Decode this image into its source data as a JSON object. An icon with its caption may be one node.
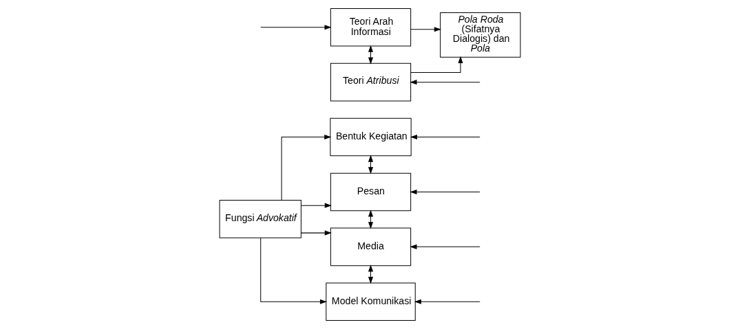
{
  "diagram": {
    "nodes": [
      {
        "text": [
          "Fungsi *Advokatif*"
        ]
      },
      {
        "text": [
          "Bentuk Kegiatan"
        ]
      },
      {
        "text": [
          "Pesan"
        ]
      },
      {
        "text": [
          "Media"
        ]
      },
      {
        "text": [
          "Model Komunikasi"
        ]
      },
      {
        "text": [
          "Teori Arah Informasi"
        ]
      },
      {
        "text": [
          "Teori *Atribusi*"
        ]
      },
      {
        "text": [
          "*Pola Roda* (Sifatnya Dialogis) dan *Pola*"
        ]
      }
    ],
    "edges": [
      {
        "from": 0,
        "to": 1,
        "arrow": "to"
      },
      {
        "from": 0,
        "to": 2,
        "arrow": "to"
      },
      {
        "from": 0,
        "to": 3,
        "arrow": "to"
      },
      {
        "from": 0,
        "to": 4,
        "arrow": "to"
      },
      {
        "from": 1,
        "to": 2,
        "arrow": "both"
      },
      {
        "from": 2,
        "to": 3,
        "arrow": "both"
      },
      {
        "from": 3,
        "to": 4,
        "arrow": "both"
      },
      {
        "from": null,
        "to": 1,
        "arrow": "to"
      },
      {
        "from": null,
        "to": 2,
        "arrow": "to"
      },
      {
        "from": null,
        "to": 3,
        "arrow": "to"
      },
      {
        "from": null,
        "to": 4,
        "arrow": "to"
      },
      {
        "from": null,
        "to": 5,
        "arrow": "to"
      },
      {
        "from": null,
        "to": 6,
        "arrow": "to"
      },
      {
        "from": 5,
        "to": 6,
        "arrow": "both"
      },
      {
        "from": 5,
        "to": 7,
        "arrow": "to"
      },
      {
        "from": 6,
        "to": 7,
        "arrow": "to"
      }
    ]
  }
}
